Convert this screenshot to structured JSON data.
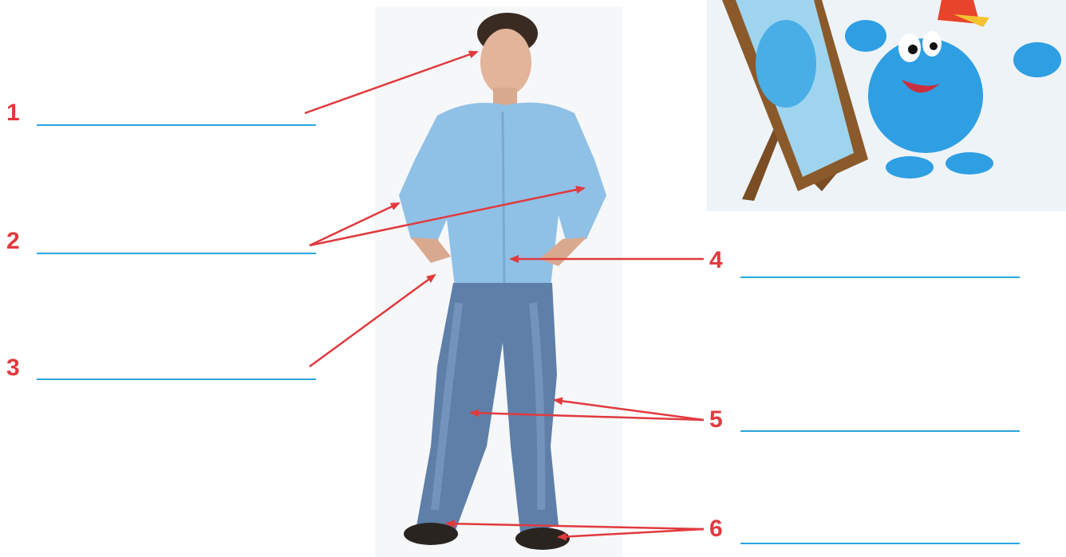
{
  "labels": [
    {
      "number": "1",
      "answer": ""
    },
    {
      "number": "2",
      "answer": ""
    },
    {
      "number": "3",
      "answer": ""
    },
    {
      "number": "4",
      "answer": ""
    },
    {
      "number": "5",
      "answer": ""
    },
    {
      "number": "6",
      "answer": ""
    }
  ],
  "colors": {
    "label_number": "#e03a3e",
    "arrow": "#e03a3e",
    "answer_line": "#2aa5df",
    "shirt": "#8fc0e6",
    "jeans": "#5d7fa8",
    "cartoon_character": "#2f9fe3",
    "mirror_frame": "#8a5a2b"
  },
  "images": {
    "person": "man-standing-hands-on-hips",
    "cartoon": "blue-cartoon-character-looking-in-mirror"
  }
}
